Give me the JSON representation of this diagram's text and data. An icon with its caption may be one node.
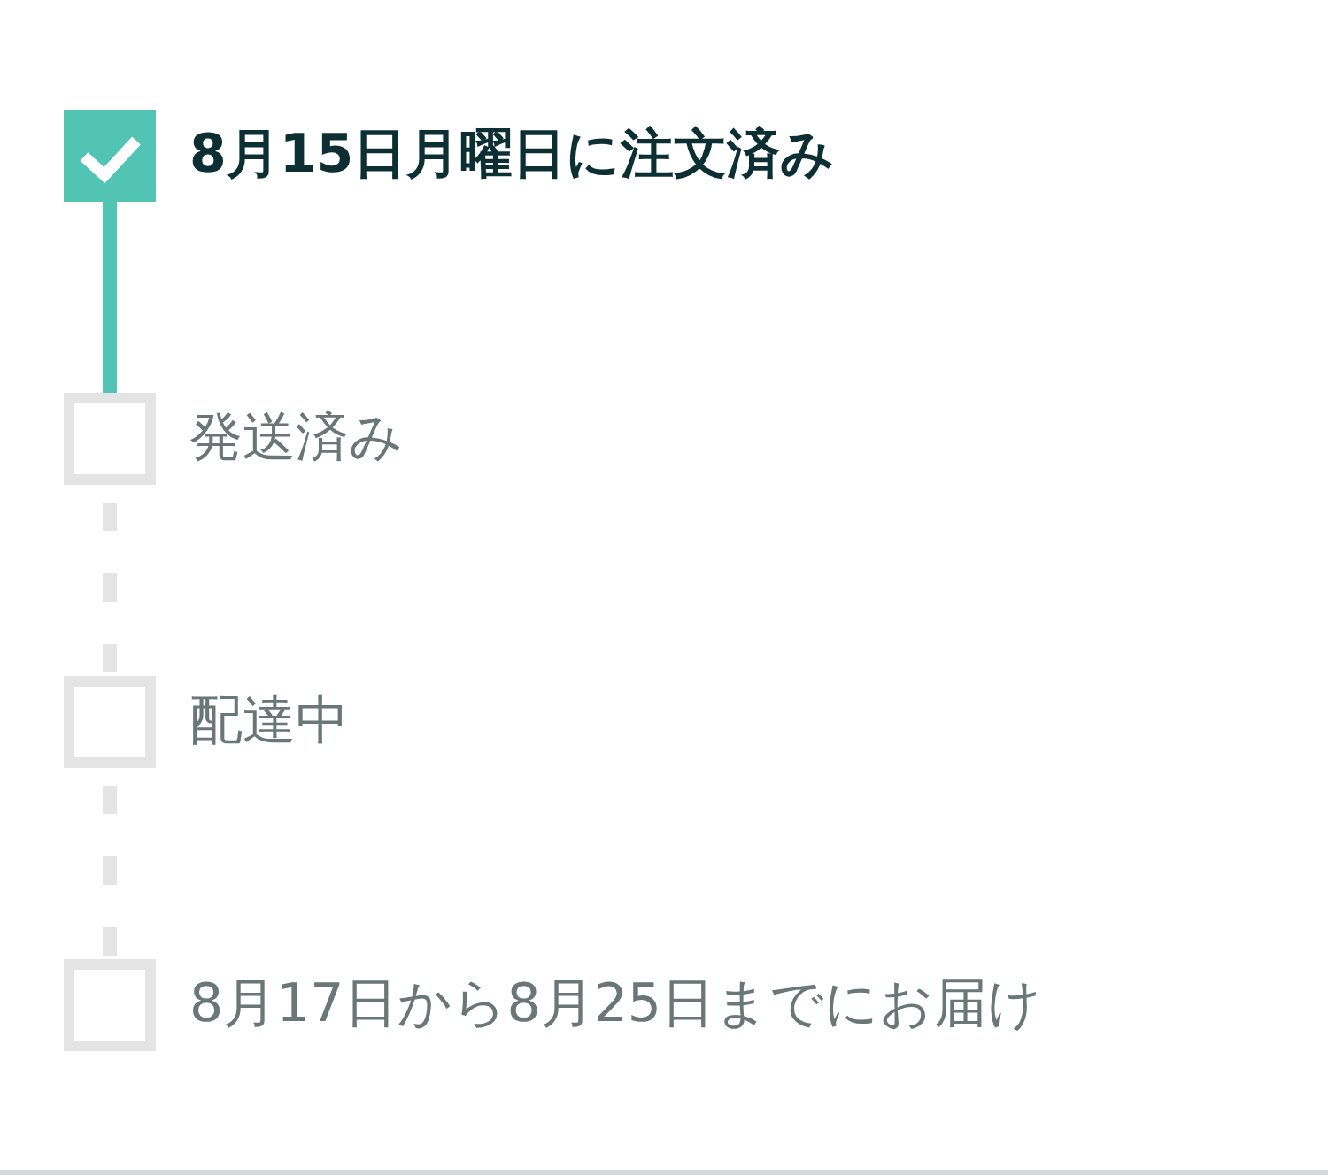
{
  "diagram": {
    "nodes": [
      {
        "text": [
          "8月15日月曜日に注文済み"
        ]
      },
      {
        "text": [
          "発送済み"
        ]
      },
      {
        "text": [
          "配達中"
        ]
      },
      {
        "text": [
          "8月17日から8月25日までにお届け"
        ]
      }
    ],
    "edges": [
      {
        "from": 0,
        "to": 1,
        "arrow": "none",
        "color": "#52c4b4"
      },
      {
        "from": 1,
        "to": 2,
        "arrow": "none",
        "style": "dashed"
      },
      {
        "from": 2,
        "to": 3,
        "arrow": "none",
        "style": "dashed"
      }
    ]
  }
}
